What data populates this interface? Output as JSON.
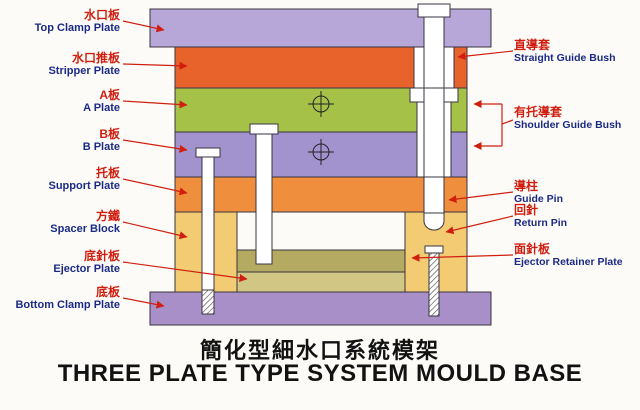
{
  "titles": {
    "zh": "簡化型細水口系統模架",
    "en": "THREE PLATE TYPE SYSTEM MOULD BASE"
  },
  "labels_left": [
    {
      "zh": "水口板",
      "en": "Top Clamp Plate"
    },
    {
      "zh": "水口推板",
      "en": "Stripper Plate"
    },
    {
      "zh": "A板",
      "en": "A Plate"
    },
    {
      "zh": "B板",
      "en": "B Plate"
    },
    {
      "zh": "托板",
      "en": "Support Plate"
    },
    {
      "zh": "方鐵",
      "en": "Spacer Block"
    },
    {
      "zh": "底針板",
      "en": "Ejector Plate"
    },
    {
      "zh": "底板",
      "en": "Bottom Clamp Plate"
    }
  ],
  "labels_right": [
    {
      "zh": "直導套",
      "en": "Straight Guide Bush"
    },
    {
      "zh": "有托導套",
      "en": "Shoulder Guide Bush"
    },
    {
      "zh": "導柱",
      "en": "Guide Pin"
    },
    {
      "zh": "回針",
      "en": "Return Pin"
    },
    {
      "zh": "面針板",
      "en": "Ejector Retainer Plate"
    }
  ],
  "colors": {
    "plate_top_clamp": "#b7a6d8",
    "plate_stripper": "#e8632c",
    "plate_a": "#a6c148",
    "plate_b": "#a292cd",
    "plate_support": "#ef8f3e",
    "spacer_block": "#f3cb72",
    "ejector_retainer": "#b5aa62",
    "ejector_plate": "#d2c684",
    "plate_bottom_clamp": "#a88fc8",
    "leader_line": "#d01f10",
    "label_zh_color": "#d01f10",
    "label_en_color": "#1b2a86",
    "outline": "#3a3440"
  }
}
